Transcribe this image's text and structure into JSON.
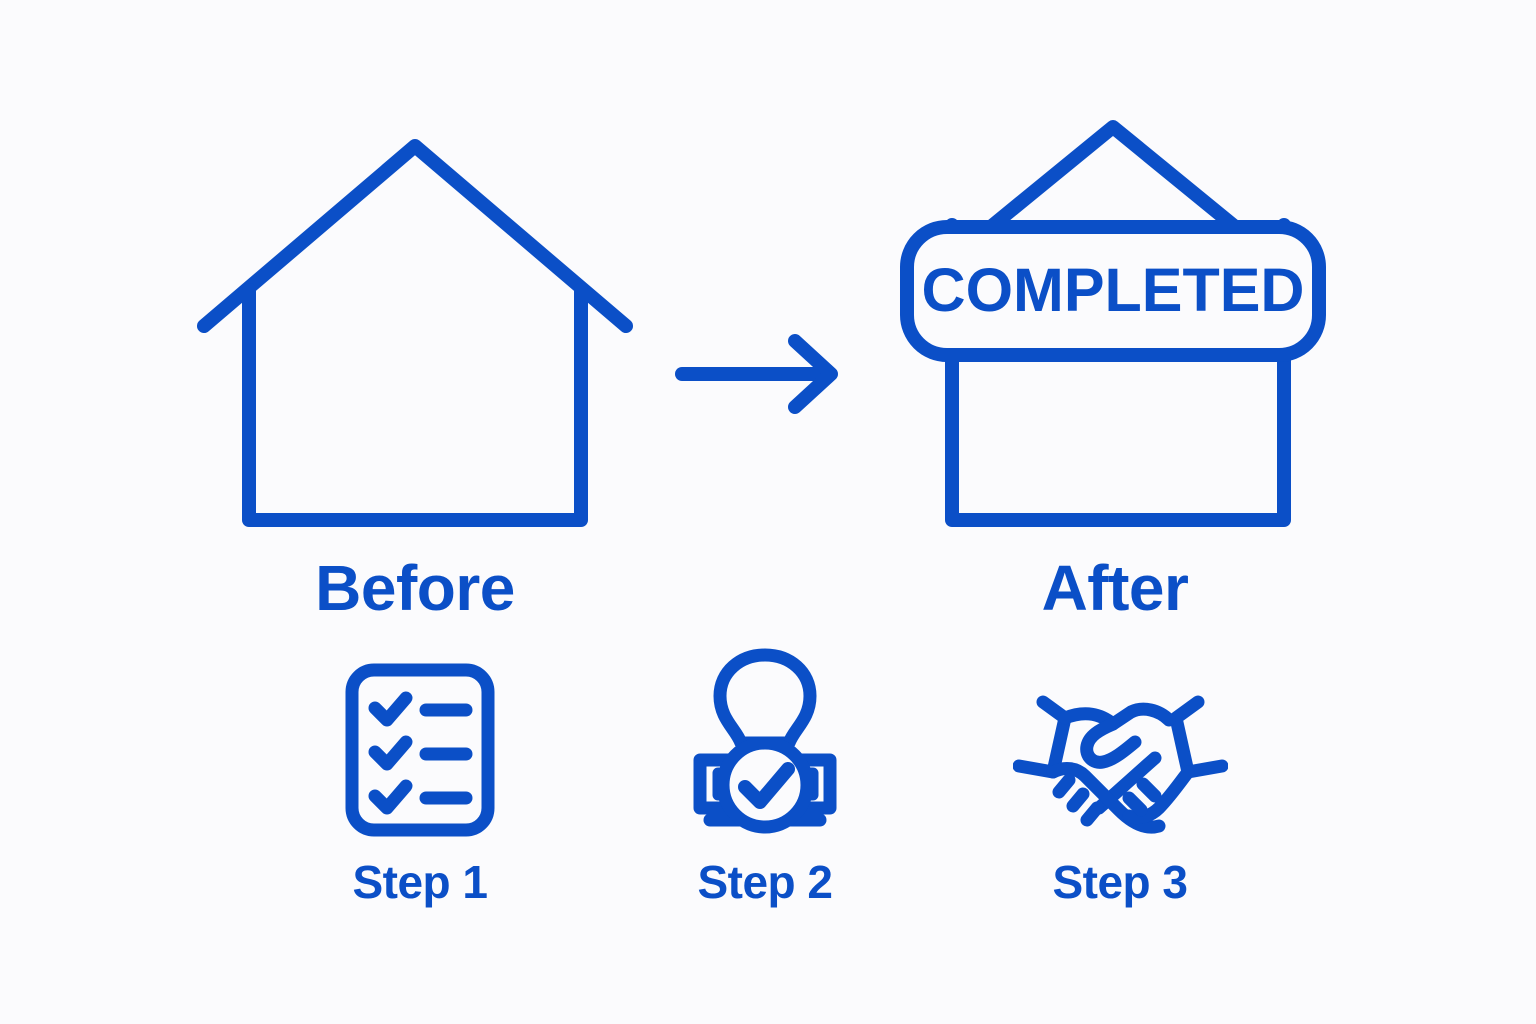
{
  "theme": {
    "accent_color": "#0b4fc7",
    "background_color": "#fbfbfd",
    "stroke_width": 13
  },
  "top_row": {
    "before": {
      "caption": "Before",
      "icon": "house-outline-icon"
    },
    "arrow": {
      "icon": "arrow-right-icon",
      "direction": "right"
    },
    "after": {
      "caption": "After",
      "icon": "house-with-sign-icon",
      "sign_text": "COMPLETED"
    }
  },
  "steps": [
    {
      "label": "Step 1",
      "icon": "checklist-icon",
      "checklist_rows": 3
    },
    {
      "label": "Step 2",
      "icon": "approval-stamp-check-icon"
    },
    {
      "label": "Step 3",
      "icon": "handshake-icon"
    }
  ]
}
